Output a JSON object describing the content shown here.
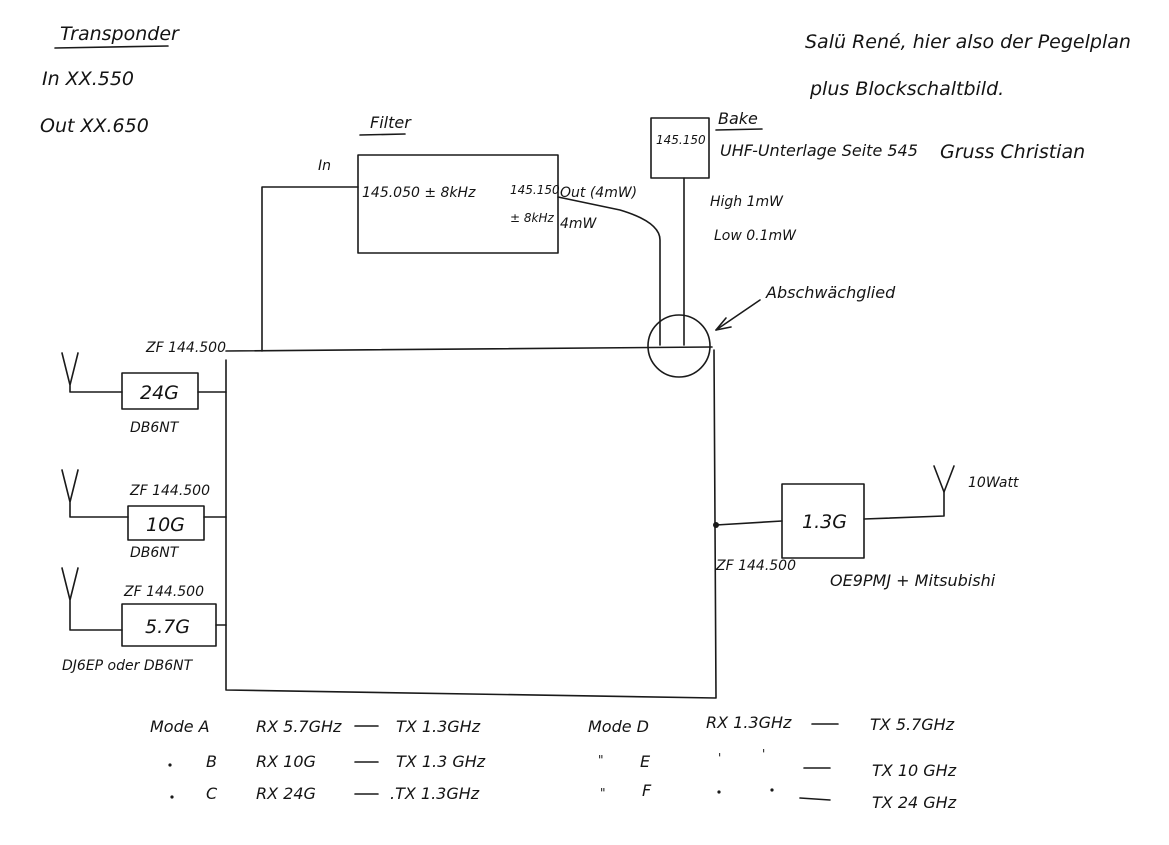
{
  "transponder": {
    "title": "Transponder",
    "in": "In XX.550",
    "out": "Out XX.650"
  },
  "note": {
    "line1": "Salü René, hier also der Pegelplan",
    "line2": "plus Blockschaltbild.",
    "greeting": "Gruss Christian"
  },
  "filter": {
    "heading": "Filter",
    "in_label": "In",
    "in_freq": "145.050 ± 8kHz",
    "out_freq_a": "145.150",
    "out_freq_b": "± 8kHz",
    "out_power": "Out (4mW)",
    "power": "4mW"
  },
  "bake": {
    "heading": "Bake",
    "freq": "145.150",
    "reference": "UHF-Unterlage Seite 545",
    "high": "High 1mW",
    "low": "Low 0.1mW"
  },
  "attenuator": {
    "label": "Abschwächglied"
  },
  "if_top": "ZF 144.500",
  "left_modules": [
    {
      "band": "24G",
      "if_label": "",
      "operator": "DB6NT"
    },
    {
      "band": "10G",
      "if_label": "ZF 144.500",
      "operator": "DB6NT"
    },
    {
      "band": "5.7G",
      "if_label": "ZF 144.500",
      "operator": "DJ6EP oder DB6NT"
    }
  ],
  "right_module": {
    "band": "1.3G",
    "if_label": "ZF 144.500",
    "operator": "OE9PMJ + Mitsubishi",
    "power": "10Watt"
  },
  "modes_left": [
    {
      "mode": "Mode A",
      "rx": "RX 5.7GHz",
      "tx": "TX 1.3GHz"
    },
    {
      "mode": "B",
      "rx": "RX 10G",
      "tx": "TX 1.3 GHz"
    },
    {
      "mode": "C",
      "rx": "RX 24G",
      "tx": ".TX 1.3GHz"
    }
  ],
  "modes_right": [
    {
      "mode": "Mode D",
      "rx": "RX 1.3GHz",
      "tx": "TX 5.7GHz"
    },
    {
      "mode": "E",
      "rx": "",
      "tx": "TX 10 GHz"
    },
    {
      "mode": "F",
      "rx": "",
      "tx": "TX 24 GHz"
    }
  ]
}
